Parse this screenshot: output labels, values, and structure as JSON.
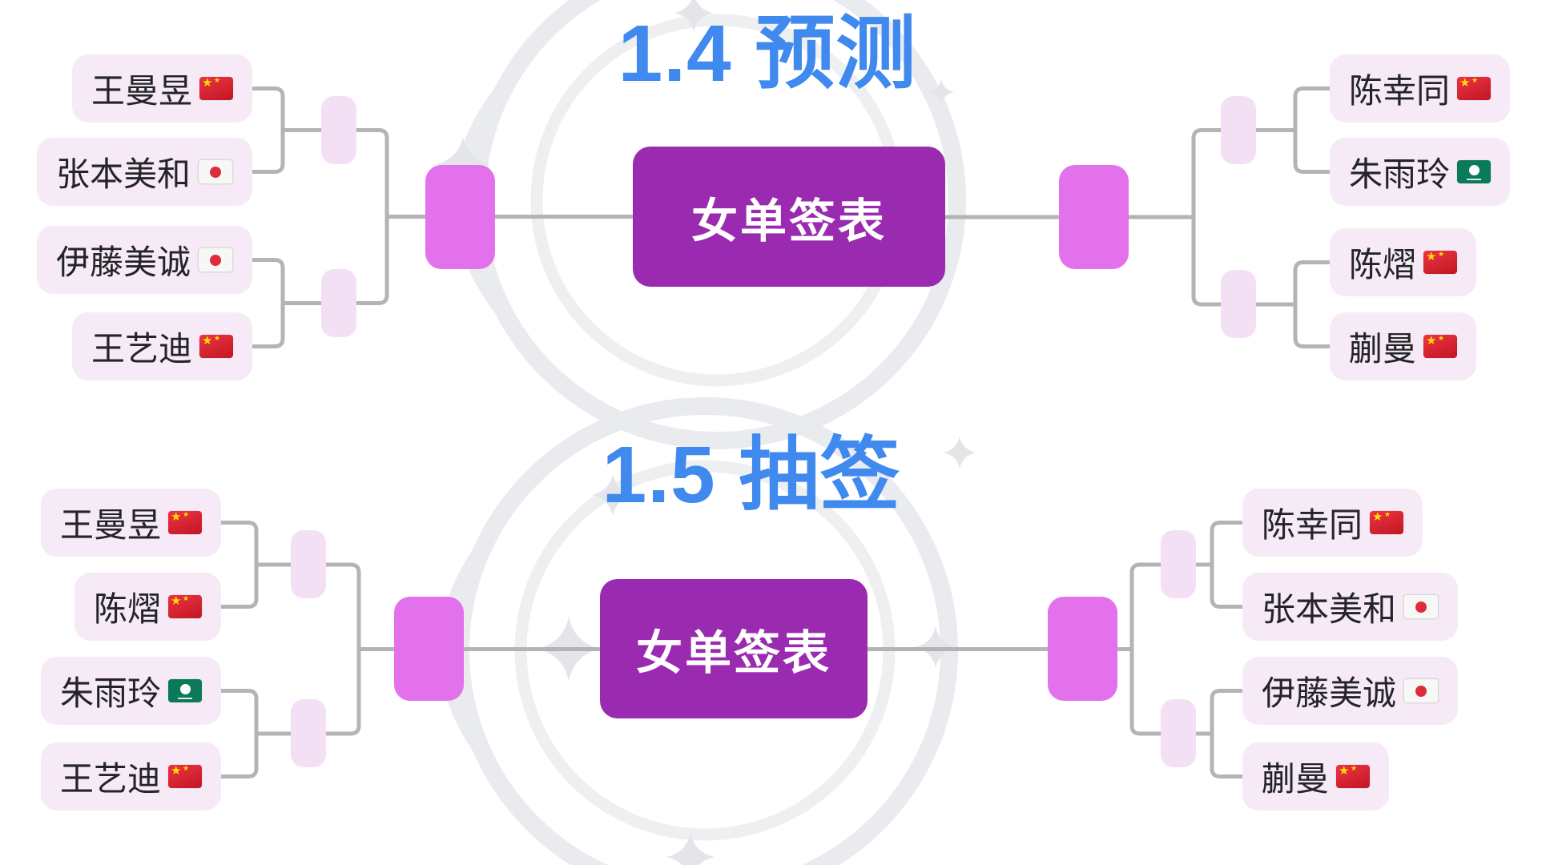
{
  "colors": {
    "title-blue": "#3f89ef",
    "center-purple": "#9a2bb0",
    "semifinal-magenta": "#e371ec",
    "slot-pink": "#f3e0f5",
    "player-box-bg": "#f5eaf6",
    "connector-gray": "#b5b3b5",
    "player-text": "#242428",
    "center-text": "#ffffff",
    "flag-china-yellow": "#ffde00",
    "flag-japan-white": "#f7f8f5",
    "flag-japan-red": "#dd2c3c",
    "flag-macau-green": "#0a7a58"
  },
  "sections": [
    {
      "title": "1.4 预测",
      "center_label": "女单签表",
      "left": {
        "players": [
          {
            "name": "王曼昱",
            "flag": "cn"
          },
          {
            "name": "张本美和",
            "flag": "jp"
          },
          {
            "name": "伊藤美诚",
            "flag": "jp"
          },
          {
            "name": "王艺迪",
            "flag": "cn"
          }
        ]
      },
      "right": {
        "players": [
          {
            "name": "陈幸同",
            "flag": "cn"
          },
          {
            "name": "朱雨玲",
            "flag": "mo"
          },
          {
            "name": "陈熠",
            "flag": "cn"
          },
          {
            "name": "蒯曼",
            "flag": "cn"
          }
        ]
      }
    },
    {
      "title": "1.5 抽签",
      "center_label": "女单签表",
      "left": {
        "players": [
          {
            "name": "王曼昱",
            "flag": "cn"
          },
          {
            "name": "陈熠",
            "flag": "cn"
          },
          {
            "name": "朱雨玲",
            "flag": "mo"
          },
          {
            "name": "王艺迪",
            "flag": "cn"
          }
        ]
      },
      "right": {
        "players": [
          {
            "name": "陈幸同",
            "flag": "cn"
          },
          {
            "name": "张本美和",
            "flag": "jp"
          },
          {
            "name": "伊藤美诚",
            "flag": "jp"
          },
          {
            "name": "蒯曼",
            "flag": "cn"
          }
        ]
      }
    }
  ]
}
